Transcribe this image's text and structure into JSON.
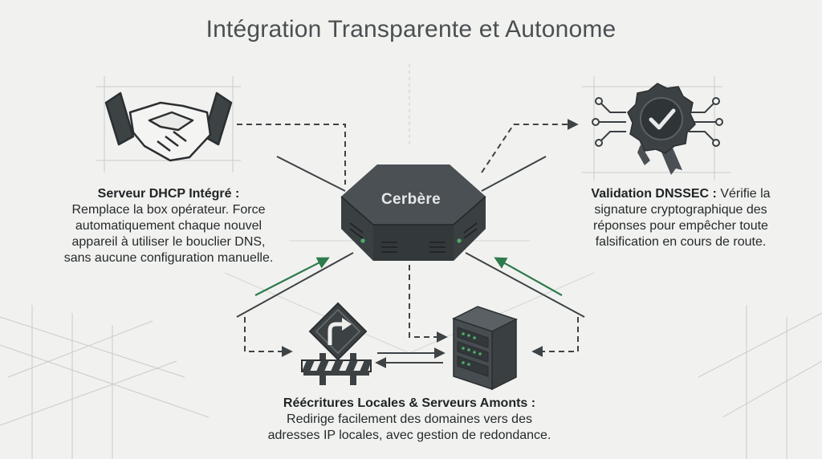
{
  "title": "Intégration Transparente et Autonome",
  "device": {
    "label": "Cerbère"
  },
  "blocks": {
    "dhcp": {
      "heading": "Serveur DHCP Intégré :",
      "lines": [
        "Remplace la box opérateur. Force",
        "automatiquement chaque nouvel",
        "appareil à utiliser le bouclier DNS,",
        "sans aucune configuration manuelle."
      ]
    },
    "dnssec": {
      "heading": "Validation DNSSEC :",
      "first": " Vérifie la",
      "lines": [
        "signature cryptographique des",
        "réponses pour empêcher toute",
        "falsification en cours de route."
      ]
    },
    "rewrite": {
      "heading": "Réécritures Locales & Serveurs Amonts :",
      "lines": [
        "Redirige facilement des domaines vers des",
        "adresses IP locales, avec gestion de redondance."
      ]
    }
  },
  "icons": {
    "left": "handshake-icon",
    "right": "certificate-badge-icon",
    "bottom_left": "detour-sign-icon",
    "bottom_right": "server-rack-icon",
    "center": "network-appliance-icon"
  },
  "colors": {
    "device": "#3c4144",
    "connector": "#3e4346",
    "arrow_accent": "#2f7a4e",
    "led": "#4caf66"
  }
}
